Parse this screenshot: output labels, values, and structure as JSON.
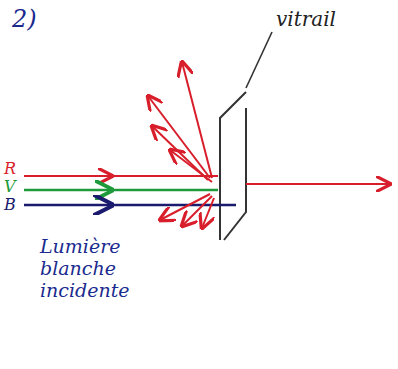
{
  "diagram": {
    "labels": [
      "2)",
      "vitrail",
      "R",
      "V",
      "B",
      "Lumière blanche incidente"
    ]
  }
}
